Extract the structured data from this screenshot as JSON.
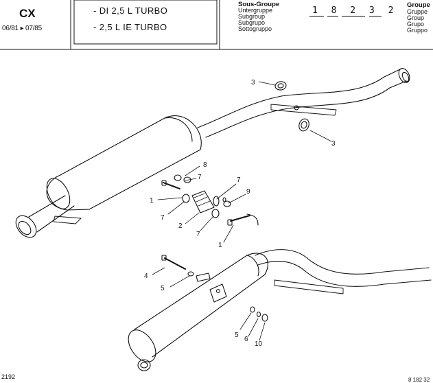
{
  "header": {
    "model": "CX",
    "dates": "06/81 ▸ 07/85",
    "engine_line_1": "- DI 2,5 L TURBO",
    "engine_line_2": "- 2,5 L IE TURBO",
    "subgroup_labels": [
      "Sous-Groupe",
      "Untergruppe",
      "Subgroup",
      "Subgrupo",
      "Sottogruppo"
    ],
    "subgroup_code": "1 8 2 3 2",
    "group_labels": [
      "Groupe",
      "Gruppe",
      "Group",
      "Grupo",
      "Gruppo"
    ]
  },
  "callouts": {
    "c3a": "3",
    "c3b": "3",
    "c8": "8",
    "c7a": "7",
    "c7b": "7",
    "c7c": "7",
    "c7d": "7",
    "c9": "9",
    "c1a": "1",
    "c1b": "1",
    "c2": "2",
    "c4": "4",
    "c5a": "5",
    "c5b": "5",
    "c6": "6",
    "c10": "10"
  },
  "footer": {
    "left_code": "2192",
    "right_code": "8 182 32"
  }
}
